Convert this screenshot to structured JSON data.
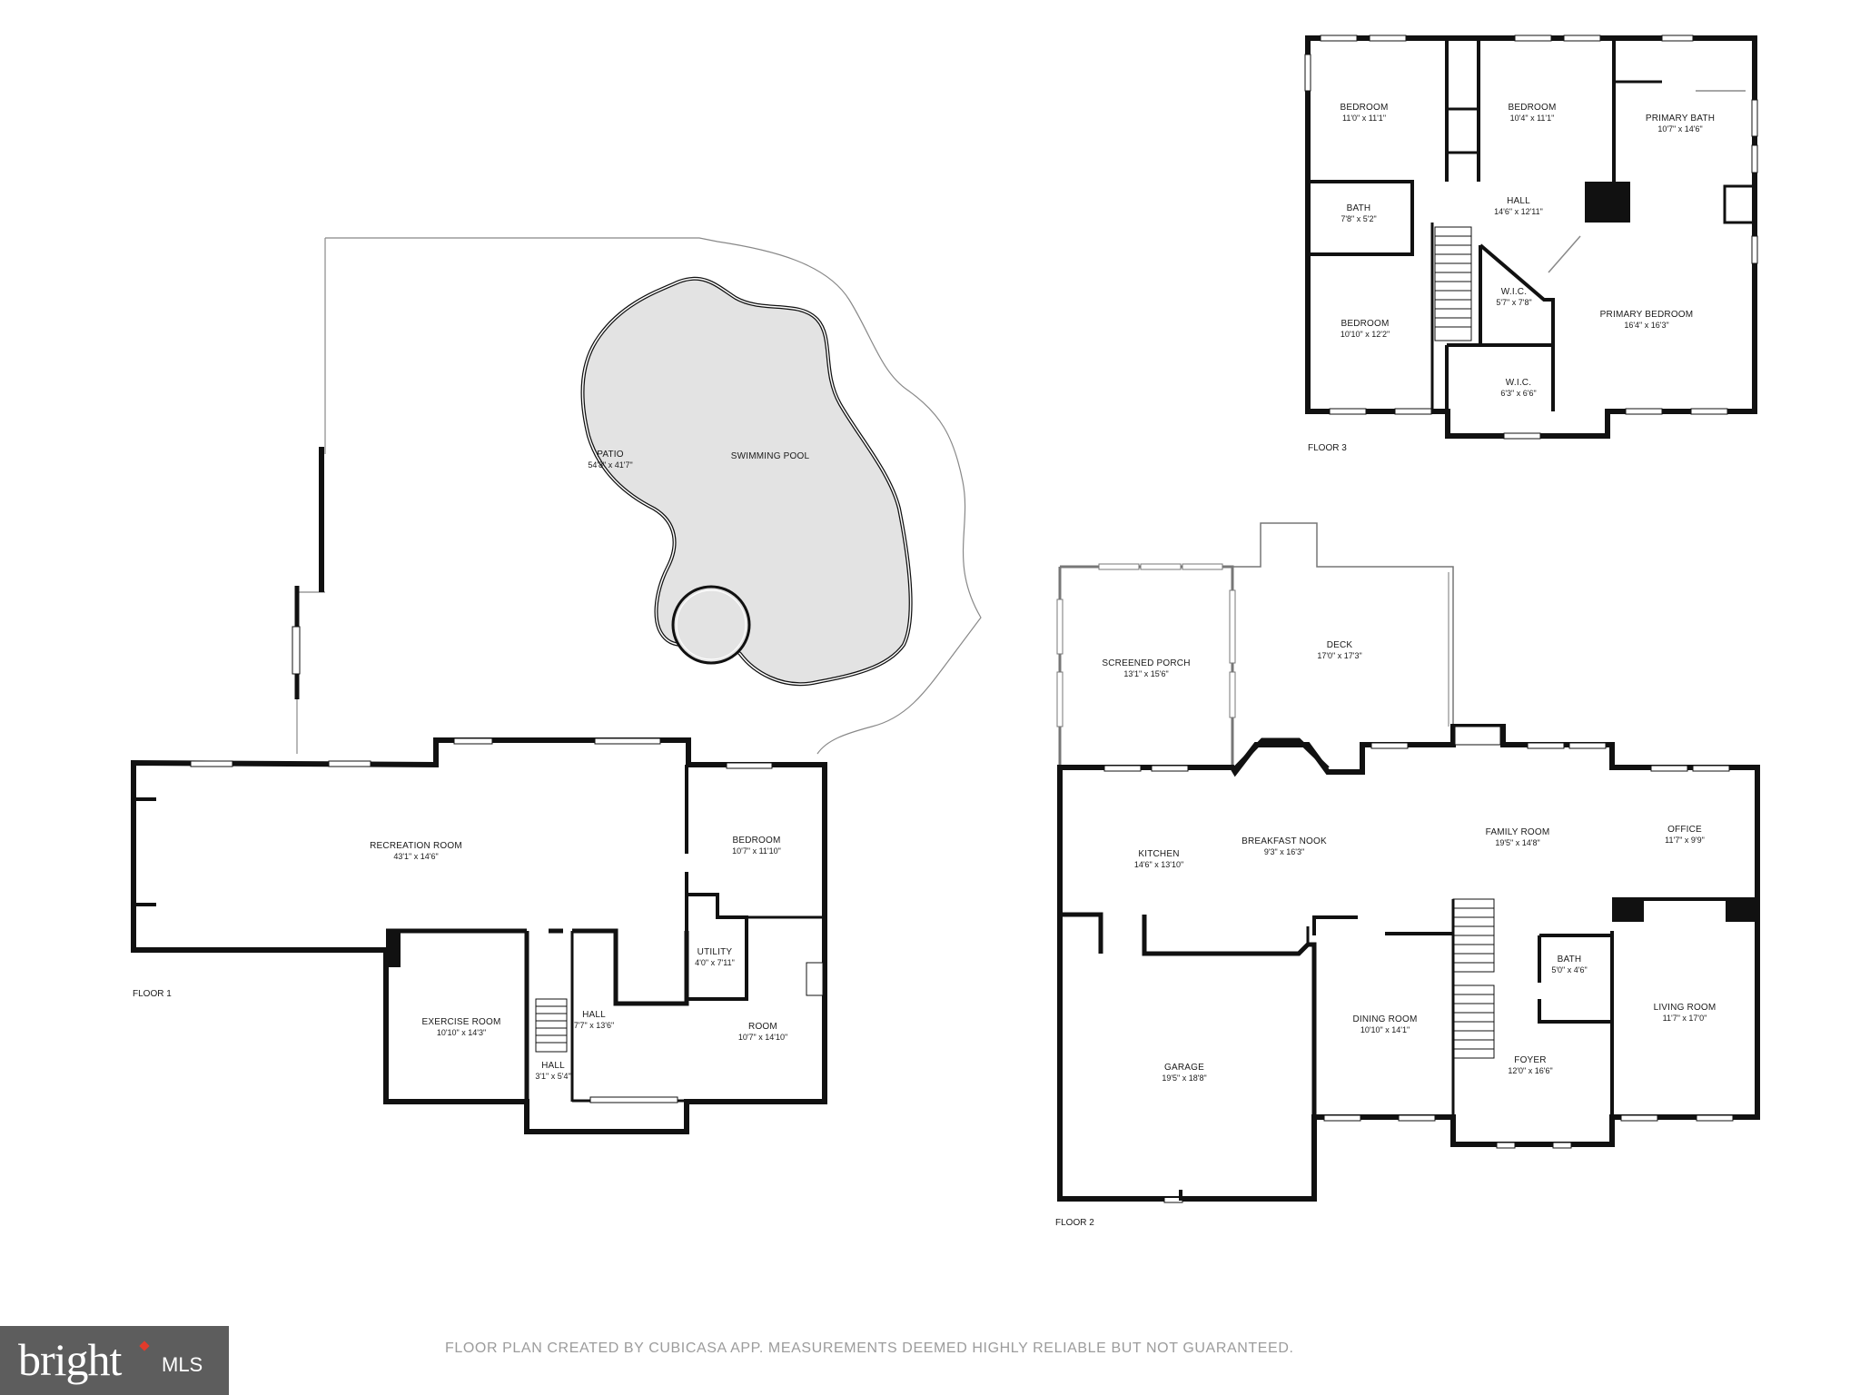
{
  "rooms": {
    "patio": {
      "name": "PATIO",
      "dim": "54'8\" x 41'7\""
    },
    "pool": {
      "name": "SWIMMING POOL"
    },
    "recreation": {
      "name": "RECREATION ROOM",
      "dim": "43'1\" x 14'6\""
    },
    "bedroom_f1": {
      "name": "BEDROOM",
      "dim": "10'7\" x 11'10\""
    },
    "utility": {
      "name": "UTILITY",
      "dim": "4'0\" x 7'11\""
    },
    "exercise": {
      "name": "EXERCISE ROOM",
      "dim": "10'10\" x 14'3\""
    },
    "hall_f1a": {
      "name": "HALL",
      "dim": "7'7\" x 13'6\""
    },
    "hall_f1b": {
      "name": "HALL",
      "dim": "3'1\" x 5'4\""
    },
    "room_f1": {
      "name": "ROOM",
      "dim": "10'7\" x 14'10\""
    },
    "screened_porch": {
      "name": "SCREENED PORCH",
      "dim": "13'1\" x 15'6\""
    },
    "deck": {
      "name": "DECK",
      "dim": "17'0\" x 17'3\""
    },
    "kitchen": {
      "name": "KITCHEN",
      "dim": "14'6\" x 13'10\""
    },
    "breakfast": {
      "name": "BREAKFAST NOOK",
      "dim": "9'3\" x 16'3\""
    },
    "family": {
      "name": "FAMILY ROOM",
      "dim": "19'5\" x 14'8\""
    },
    "office": {
      "name": "OFFICE",
      "dim": "11'7\" x 9'9\""
    },
    "garage": {
      "name": "GARAGE",
      "dim": "19'5\" x 18'8\""
    },
    "dining": {
      "name": "DINING ROOM",
      "dim": "10'10\" x 14'1\""
    },
    "bath_f2": {
      "name": "BATH",
      "dim": "5'0\" x 4'6\""
    },
    "foyer": {
      "name": "FOYER",
      "dim": "12'0\" x 16'6\""
    },
    "living": {
      "name": "LIVING ROOM",
      "dim": "11'7\" x 17'0\""
    },
    "bedroom_a": {
      "name": "BEDROOM",
      "dim": "11'0\" x 11'1\""
    },
    "bedroom_b": {
      "name": "BEDROOM",
      "dim": "10'4\" x 11'1\""
    },
    "primary_bath": {
      "name": "PRIMARY BATH",
      "dim": "10'7\" x 14'6\""
    },
    "bath_f3": {
      "name": "BATH",
      "dim": "7'8\" x 5'2\""
    },
    "hall_f3": {
      "name": "HALL",
      "dim": "14'6\" x 12'11\""
    },
    "wic_a": {
      "name": "W.I.C.",
      "dim": "5'7\" x 7'8\""
    },
    "primary_bedroom": {
      "name": "PRIMARY BEDROOM",
      "dim": "16'4\" x 16'3\""
    },
    "bedroom_c": {
      "name": "BEDROOM",
      "dim": "10'10\" x 12'2\""
    },
    "wic_b": {
      "name": "W.I.C.",
      "dim": "6'3\" x 6'6\""
    }
  },
  "floors": {
    "floor1": "FLOOR 1",
    "floor2": "FLOOR 2",
    "floor3": "FLOOR 3"
  },
  "footer": {
    "disclaimer": "FLOOR PLAN CREATED BY CUBICASA APP. MEASUREMENTS DEEMED HIGHLY RELIABLE BUT NOT GUARANTEED."
  },
  "logo": {
    "word": "bright",
    "mls": "MLS"
  },
  "colors": {
    "wall": "#111111",
    "pool_fill": "#e3e3e3",
    "footer_text": "#9c9c9c",
    "logo_bg": "#5d5d5d"
  }
}
